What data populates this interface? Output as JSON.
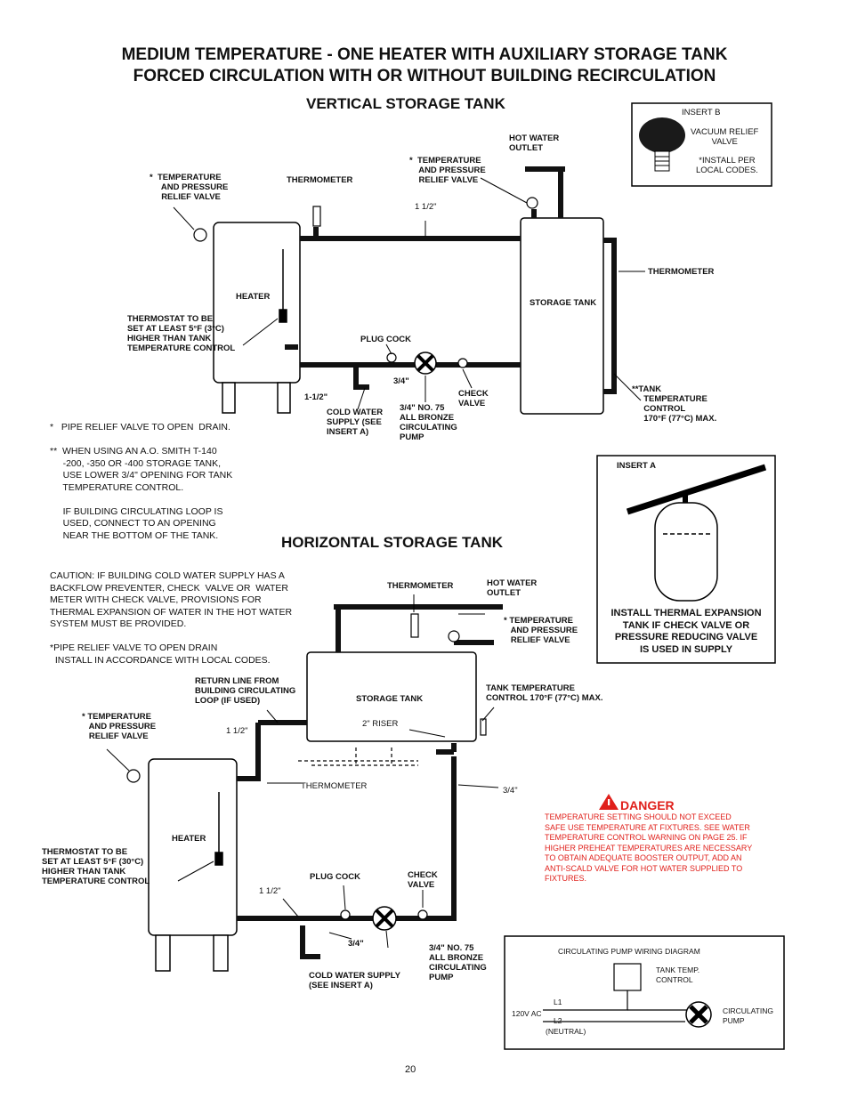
{
  "title_line1": "MEDIUM TEMPERATURE - ONE HEATER WITH AUXILIARY STORAGE TANK",
  "title_line2": "FORCED CIRCULATION WITH OR WITHOUT BUILDING RECIRCULATION",
  "vertical": {
    "heading": "VERTICAL STORAGE TANK",
    "labels": {
      "tp_valve_left": "*  TEMPERATURE\n     AND PRESSURE\n     RELIEF VALVE",
      "thermometer_top": "THERMOMETER",
      "tp_valve_right": "*  TEMPERATURE\n    AND PRESSURE\n    RELIEF VALVE",
      "hot_water_outlet": "HOT WATER\nOUTLET",
      "pipe_1_5": "1 1/2\"",
      "heater": "HEATER",
      "storage_tank": "STORAGE TANK",
      "thermometer_right": "THERMOMETER",
      "thermostat": "THERMOSTAT TO BE\nSET AT LEAST 5°F (3°C)\nHIGHER THAN TANK\nTEMPERATURE CONTROL",
      "plug_cock": "PLUG COCK",
      "pipe_3_4": "3/4\"",
      "pipe_1_1_2": "1-1/2\"",
      "cold_water_supply": "COLD WATER\nSUPPLY (SEE\nINSERT A)",
      "pump": "3/4\" NO. 75\nALL BRONZE\nCIRCULATING\nPUMP",
      "check_valve": "CHECK\nVALVE",
      "tank_temp_control": "**TANK\n     TEMPERATURE\n     CONTROL\n     170°F (77°C) MAX."
    },
    "notes": "*   PIPE RELIEF VALVE TO OPEN  DRAIN.\n\n**  WHEN USING AN A.O. SMITH T-140\n     -200, -350 OR -400 STORAGE TANK,\n     USE LOWER 3/4\" OPENING FOR TANK\n     TEMPERATURE CONTROL.\n\n     IF BUILDING CIRCULATING LOOP IS\n     USED, CONNECT TO AN OPENING\n     NEAR THE BOTTOM OF THE TANK."
  },
  "insert_b": {
    "title": "INSERT B",
    "text": "VACUUM RELIEF\nVALVE",
    "note": "*INSTALL PER\nLOCAL CODES."
  },
  "insert_a": {
    "title": "INSERT A",
    "text": "INSTALL THERMAL EXPANSION\nTANK IF CHECK VALVE OR\nPRESSURE REDUCING VALVE\nIS USED IN SUPPLY"
  },
  "horizontal": {
    "heading": "HORIZONTAL STORAGE TANK",
    "caution": "CAUTION: IF BUILDING COLD WATER SUPPLY HAS A\nBACKFLOW PREVENTER, CHECK  VALVE OR  WATER\nMETER WITH CHECK VALVE, PROVISIONS FOR\nTHERMAL EXPANSION OF WATER IN THE HOT WATER\nSYSTEM MUST BE PROVIDED.\n\n*PIPE RELIEF VALVE TO OPEN DRAIN\n  INSTALL IN ACCORDANCE WITH LOCAL CODES.",
    "labels": {
      "thermometer_top": "THERMOMETER",
      "hot_water_outlet": "HOT WATER\nOUTLET",
      "tp_valve_right": "* TEMPERATURE\n   AND PRESSURE\n   RELIEF VALVE",
      "storage_tank": "STORAGE TANK",
      "return_line": "RETURN LINE FROM\nBUILDING CIRCULATING\nLOOP (IF USED)",
      "tank_temp_control": "TANK TEMPERATURE\nCONTROL 170°F (77°C) MAX.",
      "tp_valve_left": "* TEMPERATURE\n   AND PRESSURE\n   RELIEF VALVE",
      "pipe_1_5_upper": "1 1/2\"",
      "riser": "2\" RISER",
      "thermometer_mid": "THERMOMETER",
      "pipe_3_4_right": "3/4\"",
      "heater": "HEATER",
      "thermostat": "THERMOSTAT TO BE\nSET AT LEAST 5°F (30°C)\nHIGHER THAN TANK\nTEMPERATURE CONTROL",
      "plug_cock": "PLUG COCK",
      "check_valve": "CHECK\nVALVE",
      "pipe_1_5_lower": "1 1/2\"",
      "pipe_3_4_lower": "3/4\"",
      "cold_water_supply": "COLD WATER SUPPLY\n(SEE INSERT A)",
      "pump": "3/4\" NO. 75\nALL BRONZE\nCIRCULATING\nPUMP"
    }
  },
  "danger": {
    "title": "DANGER",
    "text": "TEMPERATURE SETTING SHOULD NOT EXCEED\nSAFE USE TEMPERATURE AT FIXTURES. SEE WATER\nTEMPERATURE CONTROL WARNING ON PAGE 25. IF\nHIGHER PREHEAT TEMPERATURES ARE NECESSARY\nTO OBTAIN ADEQUATE BOOSTER OUTPUT, ADD AN\nANTI-SCALD VALVE FOR HOT WATER SUPPLIED TO\nFIXTURES.",
    "color": "#e0201b"
  },
  "wiring": {
    "title": "CIRCULATING PUMP WIRING DIAGRAM",
    "tank_temp": "TANK TEMP.\nCONTROL",
    "l1": "L1",
    "voltage": "120V AC",
    "l2": "L2",
    "neutral": "(NEUTRAL)",
    "pump": "CIRCULATING\nPUMP"
  },
  "page_number": "20"
}
